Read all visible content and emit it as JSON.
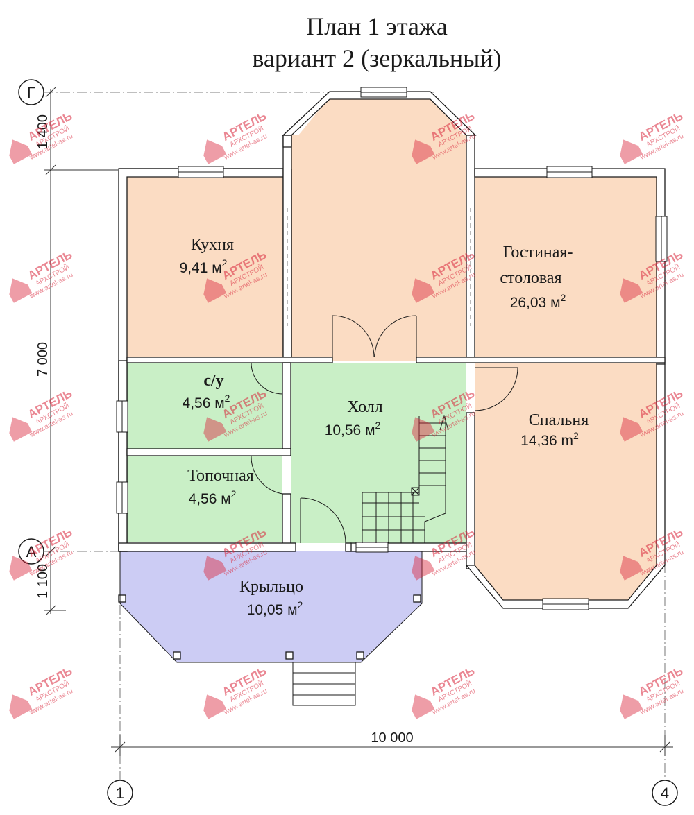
{
  "title": {
    "line1": "План  1  этажа",
    "line2": "вариант 2 (зеркальный)"
  },
  "rooms": {
    "kitchen": {
      "name": "Кухня",
      "area": "9,41 м",
      "unit_sup": "2",
      "fill": "#fbdcc3"
    },
    "living": {
      "name_line1": "Гостиная-",
      "name_line2": "столовая",
      "area": "26,03 м",
      "unit_sup": "2",
      "fill": "#fbdcc3"
    },
    "hall_top": {
      "fill": "#fbdcc3"
    },
    "bathroom": {
      "name": "с/у",
      "area": "4,56 м",
      "unit_sup": "2",
      "fill": "#c9efc6"
    },
    "hall": {
      "name": "Холл",
      "area": "10,56 м",
      "unit_sup": "2",
      "fill": "#c9efc6"
    },
    "boiler": {
      "name": "Топочная",
      "area": "4,56 м",
      "unit_sup": "2",
      "fill": "#c9efc6"
    },
    "bedroom": {
      "name": "Спальня",
      "area": "14,36 m",
      "unit_sup": "2",
      "fill": "#fbdcc3"
    },
    "porch": {
      "name": "Крыльцо",
      "area": "10,05 м",
      "unit_sup": "2",
      "fill": "#ccccf4"
    }
  },
  "dimensions": {
    "d1400": "1 400",
    "d7000": "7 000",
    "d1100": "1 100",
    "d10000": "10 000"
  },
  "axes": {
    "g": "Г",
    "a": "А",
    "one": "1",
    "four": "4"
  },
  "watermark": {
    "brand": "АРТЕЛЬ",
    "sub": "АРХСТРОЙ",
    "url": "www.artel-as.ru",
    "color": "#d9263b"
  },
  "colors": {
    "wall": "#ffffff",
    "wall_stroke": "#1a1a1a",
    "dim_line": "#333333"
  }
}
